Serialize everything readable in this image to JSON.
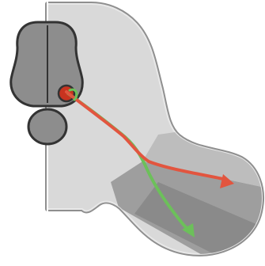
{
  "colors": {
    "background": "#ffffff",
    "tissue_outline": "#9a9a9a",
    "tissue_fill": "#d6d6d6",
    "tissue_light": "#e3e3e3",
    "lower_region": "#ababab",
    "lower_region_dark": "#8e8e8e",
    "brain_fill": "#8c8c8c",
    "brain_outline": "#444444",
    "nucleus_fill": "#d23a2a",
    "red_pathway": "#e2553f",
    "green_pathway": "#6cc05a"
  },
  "diagram": {
    "pathways": [
      {
        "name": "red-pathway",
        "color_key": "red_pathway"
      },
      {
        "name": "green-pathway",
        "color_key": "green_pathway"
      }
    ]
  }
}
